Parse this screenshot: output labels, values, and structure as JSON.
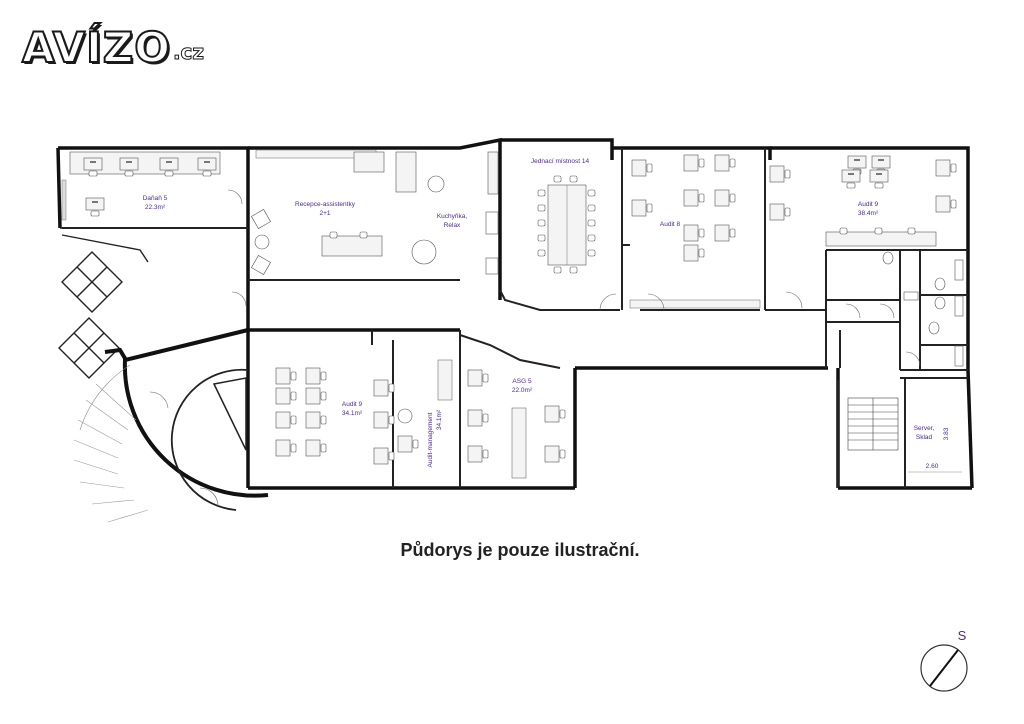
{
  "logo": {
    "main": "AVÍZO",
    "tld": ".cz"
  },
  "disclaimer": "Půdorys je pouze ilustrační.",
  "compass": {
    "label": "S"
  },
  "rooms": {
    "danan5": {
      "name": "Daňaň 5",
      "area": "22.3m²"
    },
    "recepce": {
      "name": "Recepce-assistentky",
      "detail": "2+1"
    },
    "kuchynka": {
      "name": "Kuchyňka,",
      "detail": "Relax"
    },
    "jednaci": {
      "name": "Jednací místnost 14"
    },
    "audit8": {
      "name": "Audit 8"
    },
    "audit9a": {
      "name": "Audit 9",
      "area": "38.4m²"
    },
    "audit9b": {
      "name": "Audit 9",
      "area": "34.1m²"
    },
    "auditmgmt": {
      "name": "Audit-management",
      "area": "34.1m²"
    },
    "asg5": {
      "name": "ASG 5",
      "area": "22.0m²"
    },
    "server": {
      "name": "Server,",
      "detail": "Sklad"
    }
  },
  "dimensions": {
    "width": "2.60",
    "height": "3.83"
  }
}
